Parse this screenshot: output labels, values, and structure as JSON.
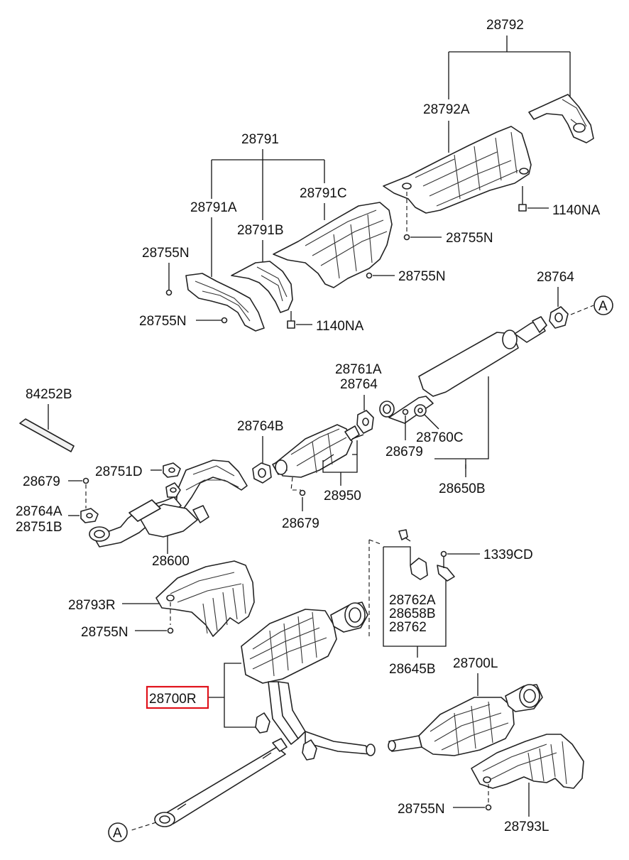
{
  "labels": {
    "l_28792": "28792",
    "l_28792A": "28792A",
    "l_28791": "28791",
    "l_28791A": "28791A",
    "l_28791B": "28791B",
    "l_28791C": "28791C",
    "l_28755N_a": "28755N",
    "l_28755N_b": "28755N",
    "l_28755N_c": "28755N",
    "l_28755N_d": "28755N",
    "l_28755N_e": "28755N",
    "l_28755N_f": "28755N",
    "l_1140NA_a": "1140NA",
    "l_1140NA_b": "1140NA",
    "l_28764_a": "28764",
    "l_28764_b": "28764",
    "l_A_top": "A",
    "l_A_bottom": "A",
    "l_84252B": "84252B",
    "l_28761A": "28761A",
    "l_28764B": "28764B",
    "l_28751D": "28751D",
    "l_28679_a": "28679",
    "l_28679_b": "28679",
    "l_28679_c": "28679",
    "l_28760C": "28760C",
    "l_28950": "28950",
    "l_28650B": "28650B",
    "l_28764A": "28764A",
    "l_28751B": "28751B",
    "l_28600": "28600",
    "l_1339CD": "1339CD",
    "l_28793R": "28793R",
    "l_28762A": "28762A",
    "l_28658B": "28658B",
    "l_28762": "28762",
    "l_28645B": "28645B",
    "l_28700L": "28700L",
    "l_28700R": "28700R",
    "l_28793L": "28793L"
  },
  "highlight": {
    "part": "28700R",
    "color": "#e0121b"
  }
}
